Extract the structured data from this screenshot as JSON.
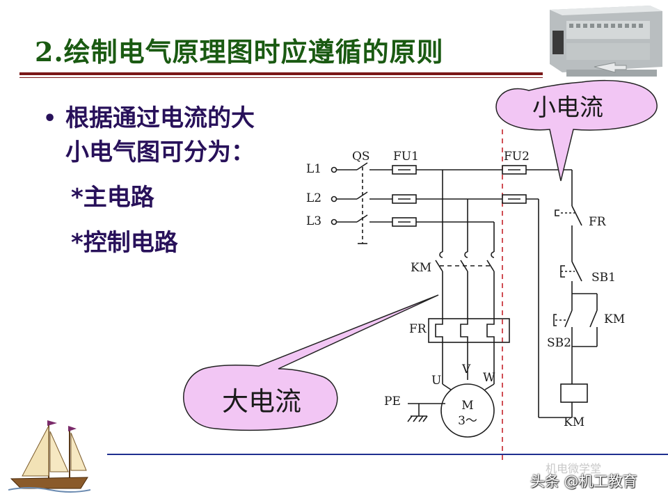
{
  "slide": {
    "title": "2.绘制电气原理图时应遵循的原则",
    "bullet_line1": "根据通过电流的大",
    "bullet_line2": "小电气图可分为：",
    "sub_items": [
      "*主电路",
      "*控制电路"
    ]
  },
  "callouts": {
    "small_current": "小电流",
    "large_current": "大电流"
  },
  "diagram_labels": {
    "l1": "L1",
    "l2": "L2",
    "l3": "L3",
    "qs": "QS",
    "fu1": "FU1",
    "fu2": "FU2",
    "km_main": "KM",
    "fr_main": "FR",
    "u": "U",
    "v": "V",
    "w": "W",
    "pe": "PE",
    "motor_m": "M",
    "motor_phase": "3～",
    "fr_ctrl": "FR",
    "sb1": "SB1",
    "km_aux": "KM",
    "sb2": "SB2",
    "km_coil": "KM"
  },
  "watermark": {
    "faint": "机电微学堂",
    "text": "头条 @机工教育"
  },
  "colors": {
    "title": "#1a5a12",
    "rule": "#7a1717",
    "bullet": "#28115a",
    "callout_fill": "#f2c6f4",
    "bottom_line": "#1f2f8f",
    "divider": "#c0141c"
  }
}
